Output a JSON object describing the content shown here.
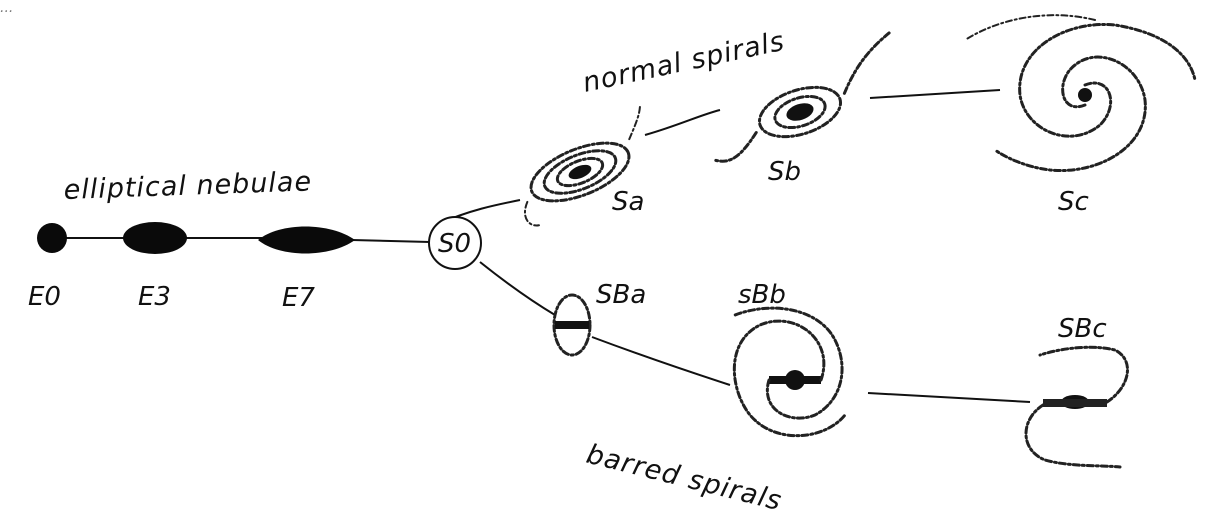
{
  "header_fragment": "...",
  "groups": {
    "elliptical": "elliptical nebulae",
    "normal": "normal spirals",
    "barred": "barred spirals"
  },
  "nodes": {
    "e0": "E0",
    "e3": "E3",
    "e7": "E7",
    "s0": "S0",
    "sa": "Sa",
    "sb": "Sb",
    "sc": "Sc",
    "sba": "SBa",
    "sbb": "sBb",
    "sbc": "SBc"
  },
  "colors": {
    "ink": "#111111",
    "paper": "#ffffff"
  }
}
